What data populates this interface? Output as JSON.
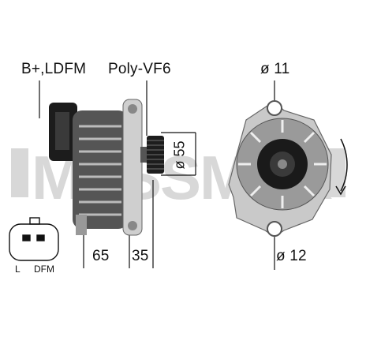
{
  "labels": {
    "connector_label": "B+,LDFM",
    "pulley_type": "Poly-VF6",
    "diameter_top": "ø 11",
    "diameter_pulley": "ø 55",
    "dim_left": "65",
    "dim_right": "35",
    "diameter_bottom": "ø 12",
    "plug_pin_left": "L",
    "plug_pin_right": "DFM"
  },
  "watermark": {
    "text": "MESSMER",
    "color": "#d4d4d4"
  },
  "colors": {
    "line": "#111111",
    "metal_dark": "#222222",
    "metal_mid": "#777777",
    "metal_light": "#bdbdbd"
  }
}
